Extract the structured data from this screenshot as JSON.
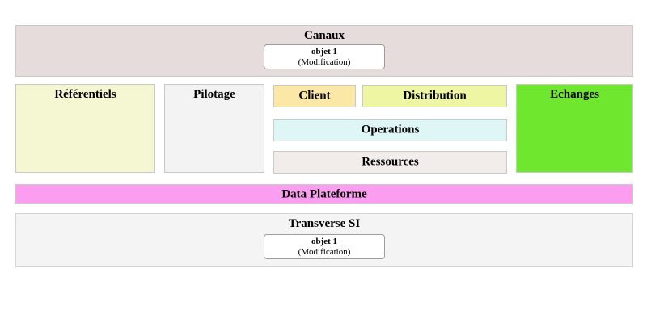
{
  "diagram": {
    "canaux": {
      "label": "Canaux",
      "color": "#e6dcdc",
      "object": {
        "title": "objet 1",
        "subtitle": "(Modification)"
      }
    },
    "zones": {
      "referentiels": {
        "label": "Référentiels",
        "color": "#f5f6d2"
      },
      "pilotage": {
        "label": "Pilotage",
        "color": "#f3f3f3"
      },
      "client": {
        "label": "Client",
        "color": "#fce8a6"
      },
      "distribution": {
        "label": "Distribution",
        "color": "#eef6a4"
      },
      "operations": {
        "label": "Operations",
        "color": "#def6f6"
      },
      "ressources": {
        "label": "Ressources",
        "color": "#f2eceb"
      },
      "echanges": {
        "label": "Echanges",
        "color": "#6fe72f"
      }
    },
    "data_plateforme": {
      "label": "Data Plateforme",
      "color": "#fb9ef0"
    },
    "transverse_si": {
      "label": "Transverse SI",
      "color": "#f5f4f4",
      "object": {
        "title": "objet 1",
        "subtitle": "(Modification)"
      }
    }
  }
}
